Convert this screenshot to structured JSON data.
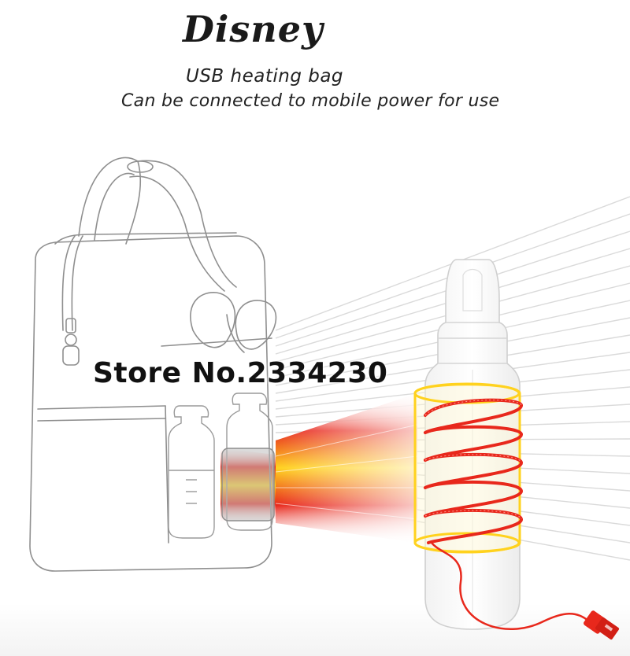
{
  "brand": {
    "logo_text": "Disney"
  },
  "headline": {
    "line1": "USB heating bag",
    "line2": "Can be connected to mobile power for use"
  },
  "watermark": {
    "text": "Store No.2334230"
  },
  "colors": {
    "heating_red": "#e8281c",
    "heating_yellow": "#ffd21e",
    "outline": "#9a9a9a",
    "stripe": "#d9d9d9"
  },
  "icons": {
    "bag": "backpack-outline-icon",
    "bottle": "baby-bottle-icon",
    "usb": "usb-plug-icon"
  }
}
